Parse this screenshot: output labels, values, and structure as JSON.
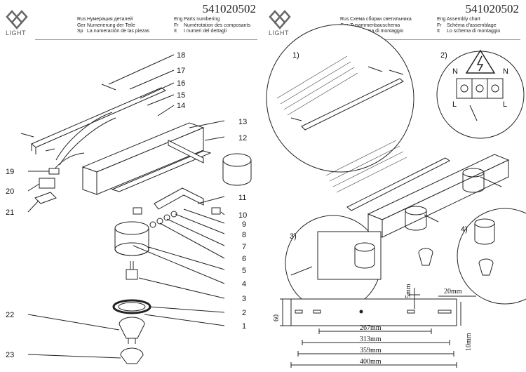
{
  "header": {
    "brand": "LIGHT",
    "code": "541020502"
  },
  "left_page": {
    "lines": [
      {
        "code1": "Rus",
        "text1": "Нумерация деталей",
        "code2": "Eng",
        "text2": "Parts numbering"
      },
      {
        "code1": "Ger",
        "text1": "Numerierung der Teile",
        "code2": "Fr",
        "text2": "Numérotation des composants"
      },
      {
        "code1": "Sp",
        "text1": "La numeración de las piezas",
        "code2": "It",
        "text2": "I numeri del dettagli"
      }
    ],
    "part_numbers": [
      "18",
      "17",
      "16",
      "15",
      "14",
      "13",
      "12",
      "11",
      "10",
      "9",
      "8",
      "7",
      "6",
      "5",
      "4",
      "3",
      "2",
      "1",
      "19",
      "20",
      "21",
      "22",
      "23"
    ]
  },
  "right_page": {
    "lines": [
      {
        "code1": "Rus",
        "text1": "Схема сборки светильника",
        "code2": "Eng",
        "text2": "Assembly chart"
      },
      {
        "code1": "Ger",
        "text1": "Zusammenbauschema",
        "code2": "Fr",
        "text2": "Schéma d'assemblage"
      },
      {
        "code1": "Sp",
        "text1": "Lo schema di montaggio",
        "code2": "It",
        "text2": "Lo schema di montaggio"
      }
    ],
    "steps": [
      "1)",
      "2)",
      "3)",
      "4)"
    ],
    "terminal_labels": [
      "N",
      "N",
      "L",
      "L"
    ],
    "dimensions": {
      "d5": "5mm",
      "d20": "20mm",
      "d60": "60",
      "d267": "267mm",
      "d313": "313mm",
      "d359": "359mm",
      "d400": "400mm",
      "d10": "10mm"
    }
  }
}
